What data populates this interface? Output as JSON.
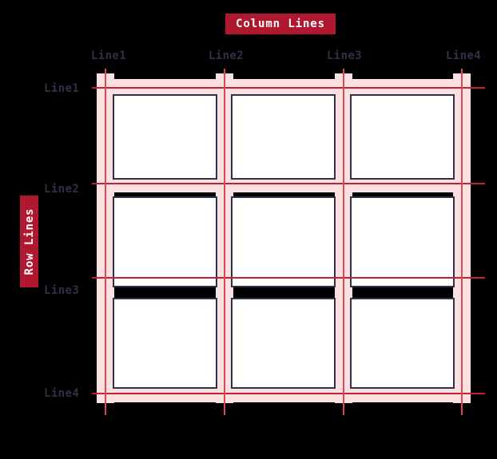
{
  "diagram": {
    "title_badges": {
      "column_lines": "Column Lines",
      "row_lines": "Row Lines"
    },
    "column_line_labels": [
      "Line1",
      "Line2",
      "Line3",
      "Line4"
    ],
    "row_line_labels": [
      "Line1",
      "Line2",
      "Line3",
      "Line4"
    ],
    "colors": {
      "background": "#000000",
      "badge_bg": "#b01830",
      "badge_text": "#ffffff",
      "label_text": "#2f3147",
      "gutter": "#fcdfe0",
      "gridline": "#d84a53",
      "ruler": "#c22033",
      "cell_bg": "#ffffff",
      "cell_border": "#2f3147"
    },
    "geometry": {
      "column_line_x": [
        132,
        281,
        430,
        578
      ],
      "row_line_y": [
        110,
        230,
        348,
        493
      ],
      "gutter_thickness": 22,
      "cells_rows": 3,
      "cells_cols": 3
    }
  }
}
